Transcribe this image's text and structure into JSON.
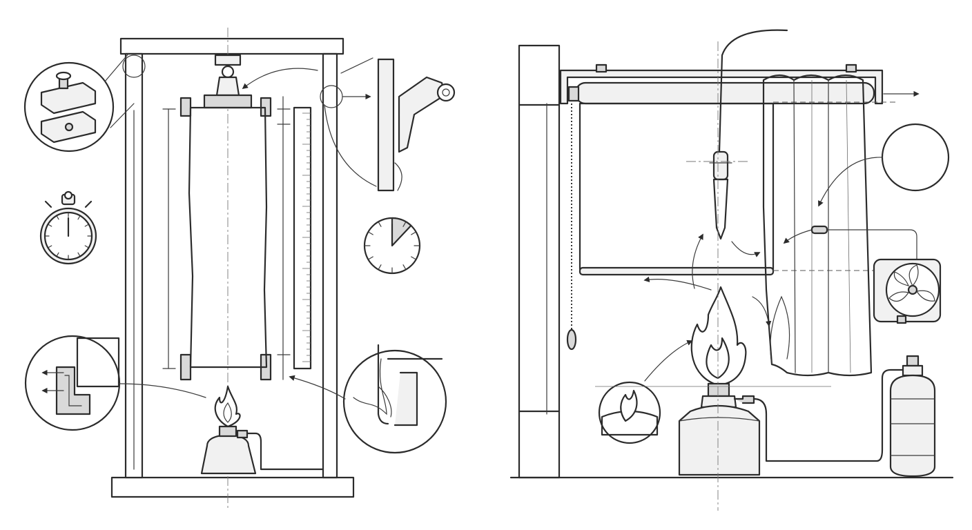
{
  "figure": {
    "panels": [
      {
        "name": "vertical-flame-test-cabinet"
      },
      {
        "name": "curtain-flame-test-setup"
      }
    ],
    "stopwatch": {
      "hands_at": "12"
    },
    "timer_dial": {
      "filled_fraction": 0.12
    }
  }
}
